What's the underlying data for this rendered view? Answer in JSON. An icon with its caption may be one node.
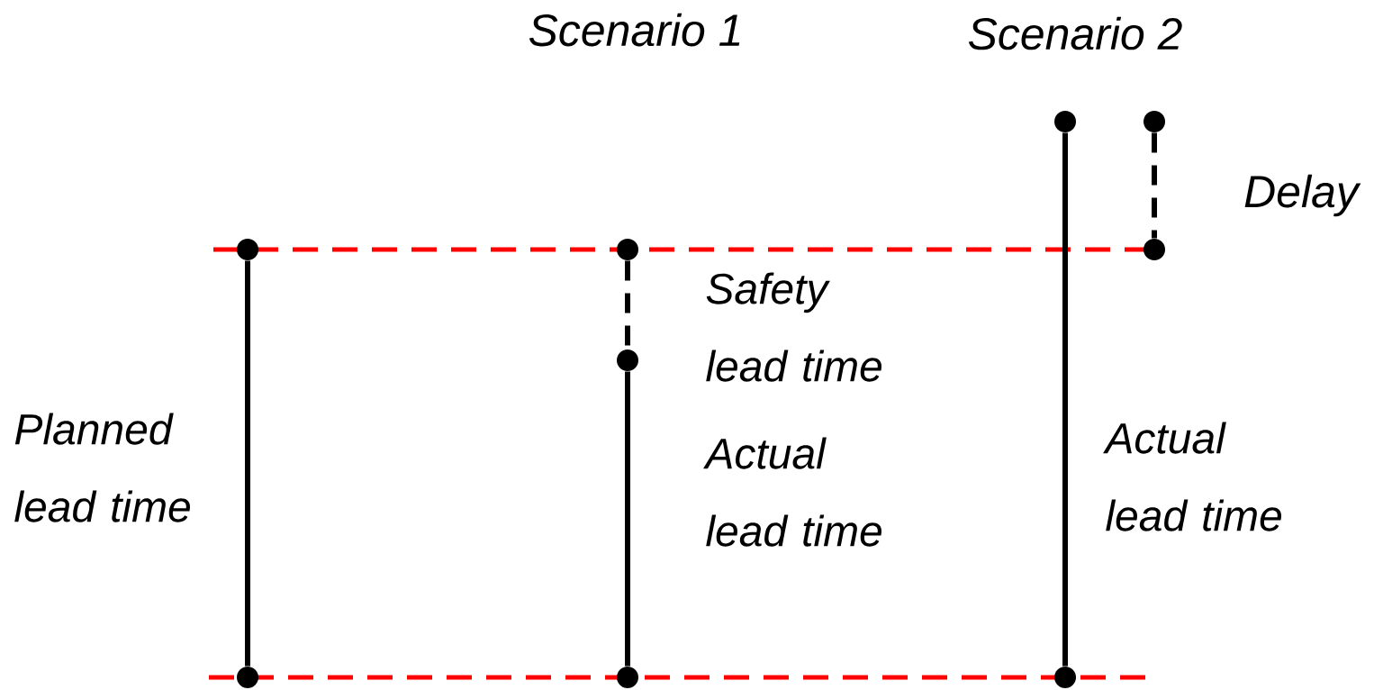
{
  "diagram": {
    "nodes": [
      {
        "text": [],
        "shape": "circle"
      },
      {
        "text": [],
        "shape": "circle"
      },
      {
        "text": [],
        "shape": "circle"
      },
      {
        "text": [],
        "shape": "circle"
      },
      {
        "text": [],
        "shape": "circle"
      },
      {
        "text": [],
        "shape": "circle"
      },
      {
        "text": [],
        "shape": "circle"
      },
      {
        "text": [],
        "shape": "circle"
      },
      {
        "text": [],
        "shape": "circle"
      }
    ],
    "edges": [
      {
        "from": 0,
        "to": 1,
        "arrow": "none"
      },
      {
        "from": 2,
        "to": 3,
        "arrow": "none",
        "style": "dashed"
      },
      {
        "from": 3,
        "to": 4,
        "arrow": "none"
      },
      {
        "from": 5,
        "to": 6,
        "arrow": "none"
      },
      {
        "from": 7,
        "to": 8,
        "arrow": "none",
        "style": "dashed"
      }
    ],
    "labels": [
      "Scenario 1",
      "Scenario 2",
      "Delay",
      "Safety lead time",
      "Planned lead time",
      "Actual lead time",
      "Actual lead time"
    ]
  }
}
